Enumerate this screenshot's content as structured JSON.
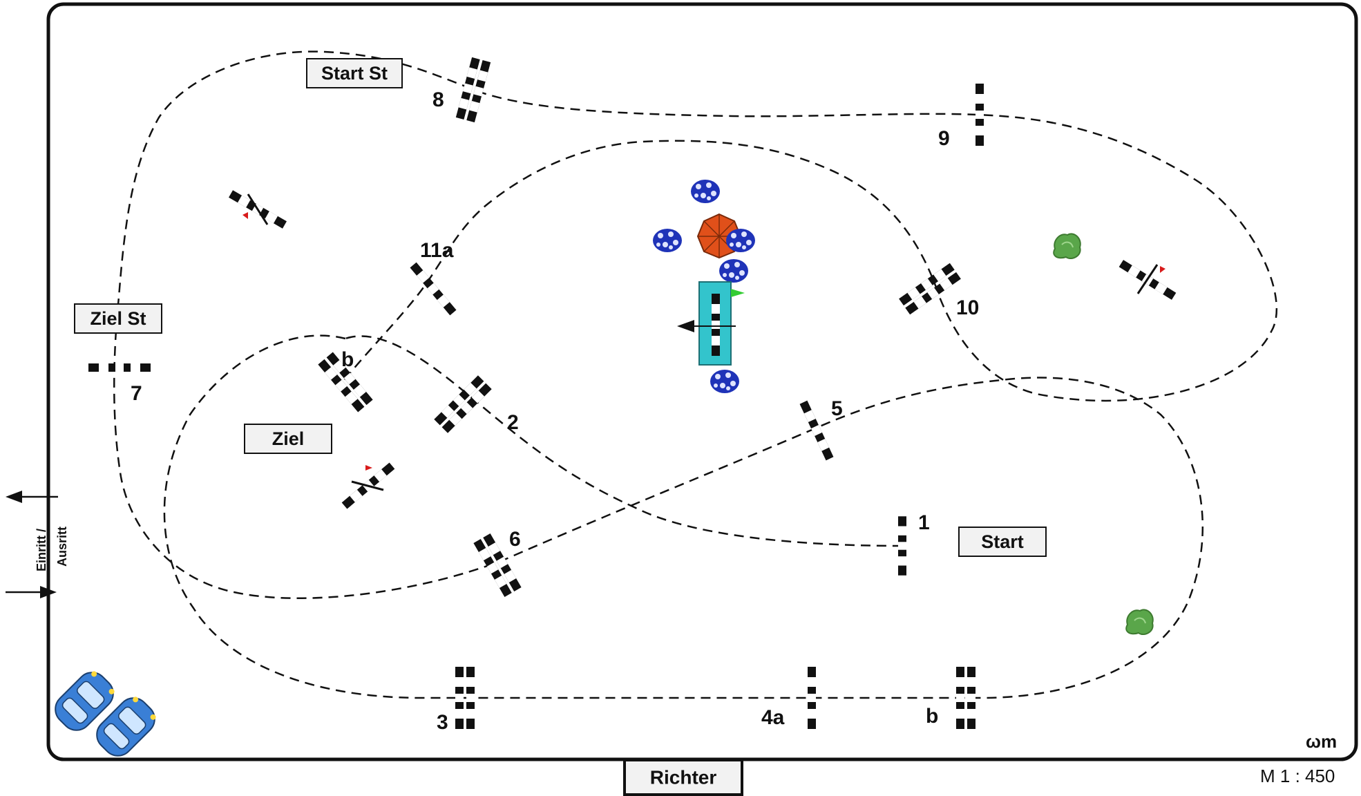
{
  "arena": {
    "obstacle_numbers": [
      "1",
      "2",
      "3",
      "4a",
      "b",
      "5",
      "6",
      "7",
      "8",
      "9",
      "10",
      "11a",
      "b"
    ],
    "signs": {
      "start": "Start",
      "ziel": "Ziel",
      "start_st": "Start St",
      "ziel_st": "Ziel St",
      "richter": "Richter"
    },
    "entrance_line1": "Einritt /",
    "entrance_line2": "Ausritt",
    "signature": "ωm",
    "scale": "M 1 : 450"
  },
  "icons": [
    "umbrella-icon",
    "flower-box-icon",
    "water-tray-icon",
    "bush-icon",
    "car-icon",
    "flag-icon",
    "arrow-icon"
  ],
  "colors": {
    "outline": "#111111",
    "water": "#33c4cc",
    "umbrella": "#e0501a",
    "flowers": "#1f33b8",
    "bush": "#5aa64a",
    "car": "#3a7fd6",
    "flag_red": "#d81b1b",
    "flag_green": "#33cc33"
  }
}
